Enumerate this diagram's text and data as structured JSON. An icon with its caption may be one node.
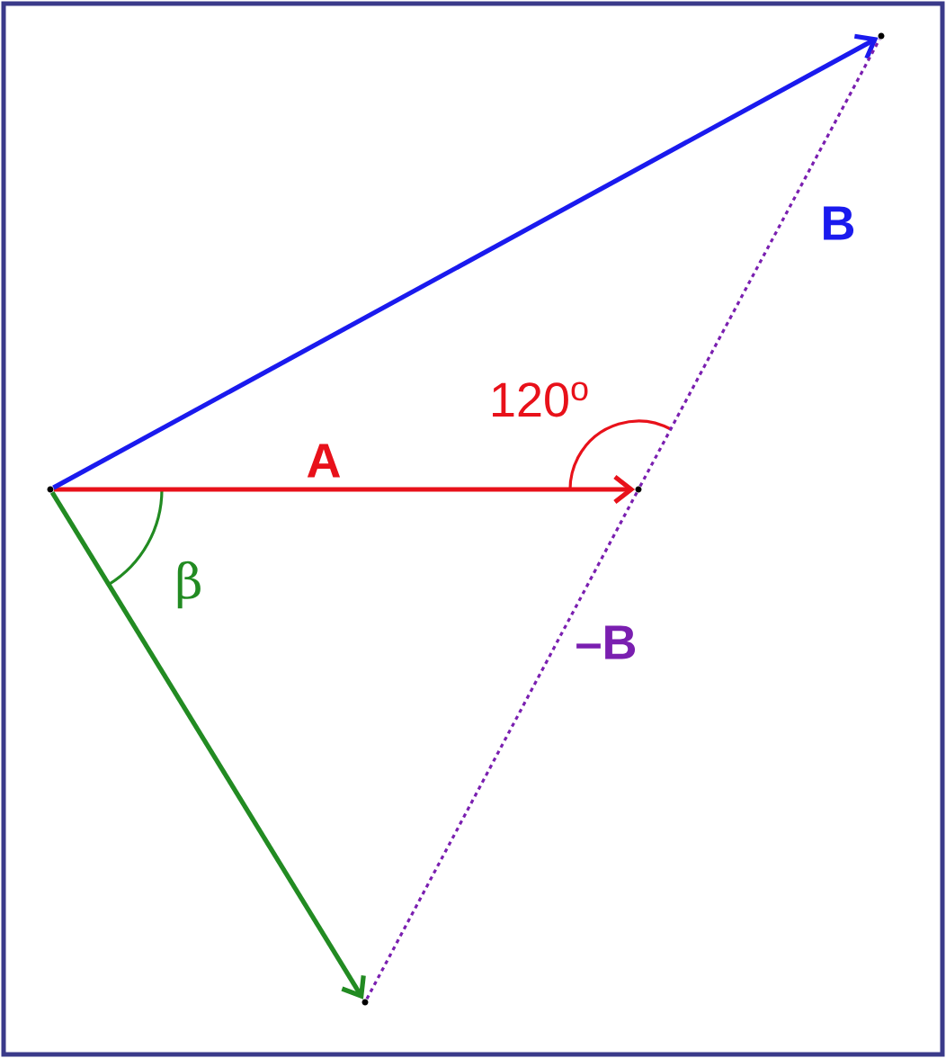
{
  "diagram": {
    "nodes": [
      {
        "text": [],
        "shape": "point"
      },
      {
        "text": [],
        "shape": "point"
      },
      {
        "text": [],
        "shape": "point"
      },
      {
        "text": [],
        "shape": "point"
      }
    ],
    "edges": [
      {
        "from": 0,
        "to": 1,
        "arrow": "to",
        "label": "A",
        "color": "#e8111a"
      },
      {
        "from": 0,
        "to": 2,
        "arrow": "to",
        "color": "#1a1aee"
      },
      {
        "from": 1,
        "to": 2,
        "arrow": "none",
        "label": "B",
        "style": "dashed",
        "color": "#7a1fb0"
      },
      {
        "from": 1,
        "to": 3,
        "arrow": "none",
        "label": "–B",
        "style": "dashed",
        "color": "#7a1fb0"
      },
      {
        "from": 0,
        "to": 3,
        "arrow": "to",
        "color": "#228b22"
      }
    ],
    "labels": [
      "120$^{o}$",
      "β"
    ]
  }
}
